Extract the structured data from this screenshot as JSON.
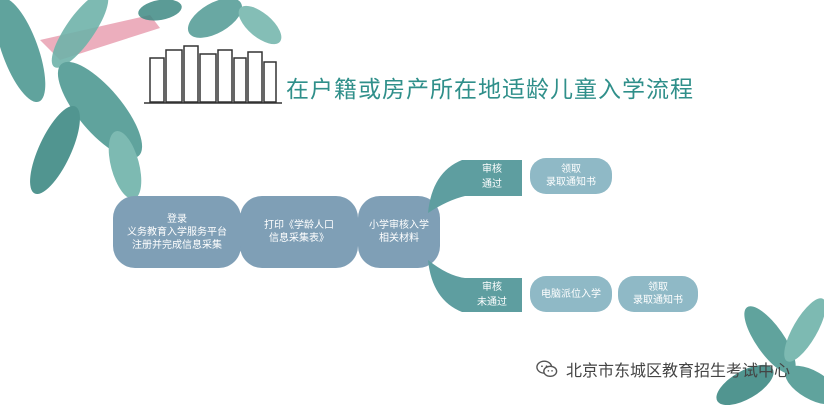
{
  "title": "在户籍或房产所在地适龄儿童入学流程",
  "colors": {
    "title": "#2f8f8a",
    "step_fill": "#7f9fb6",
    "pill_fill": "#8fb9c6",
    "review_fill": "#5e9ea0",
    "leaf_teal": "#4f9a93",
    "accent_pink": "#e9a0b1"
  },
  "steps": [
    {
      "lines": [
        "登录",
        "义务教育入学服务平台",
        "注册并完成信息采集"
      ]
    },
    {
      "lines": [
        "打印《学龄人口",
        "信息采集表》"
      ]
    },
    {
      "lines": [
        "小学审核入学",
        "相关材料"
      ]
    }
  ],
  "branches": {
    "passed": {
      "review": [
        "审核",
        "通过"
      ],
      "results": [
        {
          "lines": [
            "领取",
            "录取通知书"
          ]
        }
      ]
    },
    "failed": {
      "review": [
        "审核",
        "未通过"
      ],
      "results": [
        {
          "lines": [
            "电脑派位入学"
          ]
        },
        {
          "lines": [
            "领取",
            "录取通知书"
          ]
        }
      ]
    }
  },
  "watermark": {
    "icon": "wechat-icon",
    "text": "北京市东城区教育招生考试中心"
  }
}
